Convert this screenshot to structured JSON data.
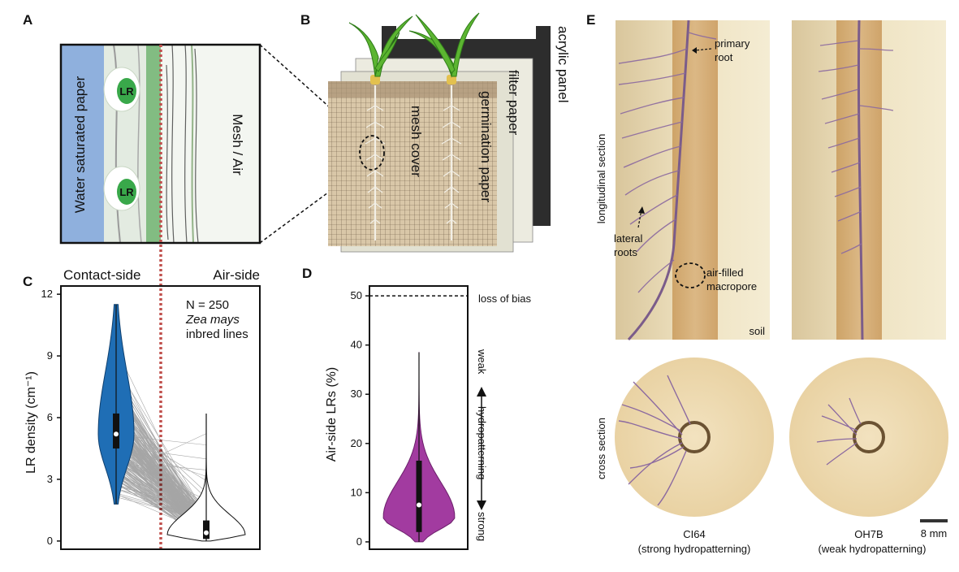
{
  "panels": {
    "a": "A",
    "b": "B",
    "c": "C",
    "d": "D",
    "e": "E"
  },
  "panel_a": {
    "water_label": "Water saturated paper",
    "mesh_label": "Mesh / Air",
    "lr_label": "LR"
  },
  "panel_b": {
    "acrylic_label": "acrylic panel",
    "filter_label": "filter paper",
    "germination_label": "germination paper",
    "mesh_label": "mesh cover"
  },
  "panel_c": {
    "contact_label": "Contact-side",
    "air_label": "Air-side",
    "n_label": "N = 250",
    "species_label": "Zea mays",
    "lines_label": "inbred lines",
    "colors": {
      "contact": "#1f6eb5",
      "air": "#ffffff",
      "line": "#000000",
      "divider": "#c0504d"
    }
  },
  "panel_d": {
    "bias_label": "loss of bias",
    "weak_label": "weak",
    "hydro_label": "hydropatterning",
    "strong_label": "strong",
    "colors": {
      "violin": "#a23ba0"
    }
  },
  "panel_e": {
    "row_label_long": "longitudinal section",
    "row_label_cross": "cross section",
    "primary_root_label": "primary root",
    "lateral_roots_label": "lateral roots",
    "macropore_label": "air-filled macropore",
    "soil_label": "soil",
    "genotype_left": "CI64",
    "genotype_left_desc": "(strong hydropatterning)",
    "genotype_right": "OH7B",
    "genotype_right_desc": "(weak hydropatterning)",
    "scale_label": "8 mm"
  },
  "chart_data": [
    {
      "type": "violin",
      "panel": "C",
      "ylabel": "LR density (cm⁻¹)",
      "yticks": [
        0,
        3,
        6,
        9,
        12
      ],
      "ylim": [
        -0.4,
        12.4
      ],
      "categories": [
        "Contact-side",
        "Air-side"
      ],
      "series": [
        {
          "name": "Contact-side",
          "min": 1.8,
          "q1": 4.5,
          "median": 5.2,
          "q3": 6.2,
          "max": 11.5
        },
        {
          "name": "Air-side",
          "min": 0.0,
          "q1": 0.1,
          "median": 0.4,
          "q3": 1.0,
          "max": 6.2
        }
      ],
      "paired_lines": 250
    },
    {
      "type": "violin",
      "panel": "D",
      "ylabel": "Air-side LRs (%)",
      "yticks": [
        0,
        10,
        20,
        30,
        40,
        50
      ],
      "ylim": [
        -1.5,
        52
      ],
      "reference_line": 50,
      "series": [
        {
          "name": "Air-side LRs",
          "min": 0,
          "q1": 2,
          "median": 7.5,
          "q3": 16.5,
          "max": 38.5
        }
      ]
    }
  ]
}
